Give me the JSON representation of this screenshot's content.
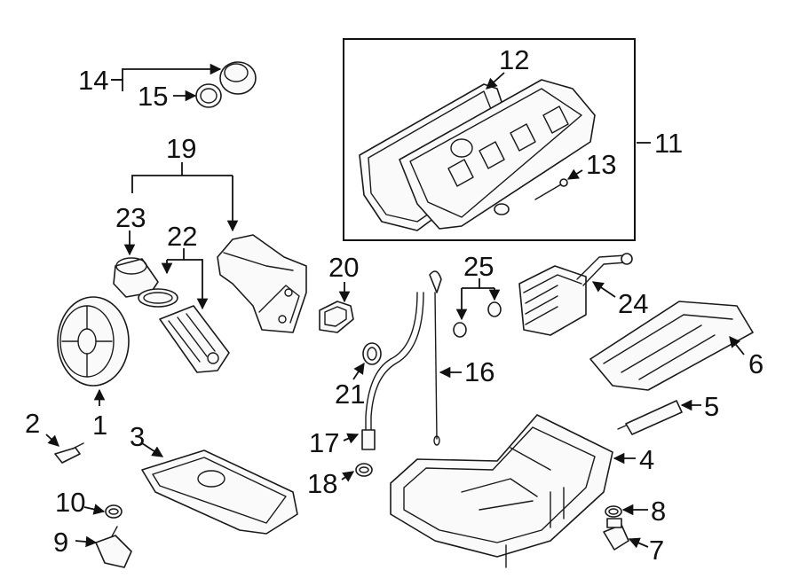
{
  "diagram": {
    "callouts": {
      "c1": "1",
      "c2": "2",
      "c3": "3",
      "c4": "4",
      "c5": "5",
      "c6": "6",
      "c7": "7",
      "c8": "8",
      "c9": "9",
      "c10": "10",
      "c11": "11",
      "c12": "12",
      "c13": "13",
      "c14": "14",
      "c15": "15",
      "c16": "16",
      "c17": "17",
      "c18": "18",
      "c19": "19",
      "c20": "20",
      "c21": "21",
      "c22": "22",
      "c23": "23",
      "c24": "24",
      "c25": "25"
    },
    "colors": {
      "line": "#1a1a1a",
      "fill": "#fafafa",
      "background": "#ffffff"
    }
  }
}
